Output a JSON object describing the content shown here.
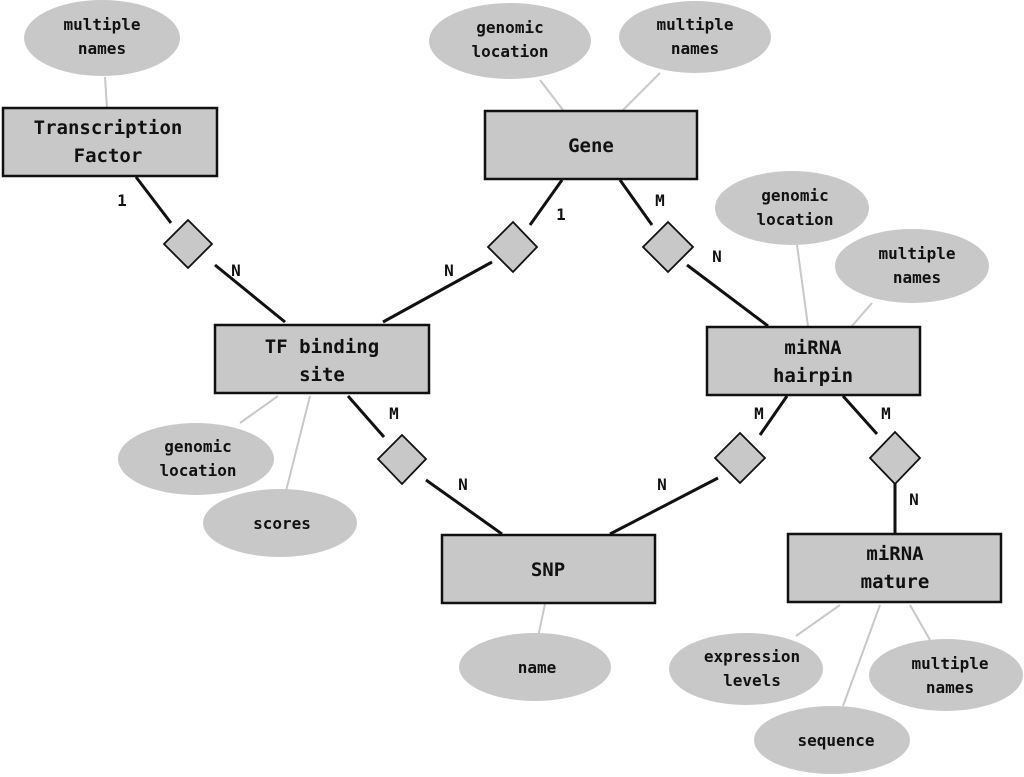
{
  "entities": {
    "transcription_factor": {
      "line1": "Transcription",
      "line2": "Factor"
    },
    "gene": {
      "line1": "Gene"
    },
    "tf_binding_site": {
      "line1": "TF binding",
      "line2": "site"
    },
    "mirna_hairpin": {
      "line1": "miRNA",
      "line2": "hairpin"
    },
    "snp": {
      "line1": "SNP"
    },
    "mirna_mature": {
      "line1": "miRNA",
      "line2": "mature"
    }
  },
  "attributes": {
    "tf_names": {
      "line1": "multiple",
      "line2": "names"
    },
    "gene_location": {
      "line1": "genomic",
      "line2": "location"
    },
    "gene_names": {
      "line1": "multiple",
      "line2": "names"
    },
    "hairpin_location": {
      "line1": "genomic",
      "line2": "location"
    },
    "hairpin_names": {
      "line1": "multiple",
      "line2": "names"
    },
    "tfbs_location": {
      "line1": "genomic",
      "line2": "location"
    },
    "tfbs_scores": {
      "line1": "scores"
    },
    "snp_name": {
      "line1": "name"
    },
    "mature_expression": {
      "line1": "expression",
      "line2": "levels"
    },
    "mature_names": {
      "line1": "multiple",
      "line2": "names"
    },
    "mature_sequence": {
      "line1": "sequence"
    }
  },
  "cardinalities": {
    "tf_1": "1",
    "tf_n": "N",
    "gene_1": "1",
    "gene_tfbs_n": "N",
    "gene_m": "M",
    "gene_hairpin_n": "N",
    "tfbs_m": "M",
    "tfbs_snp_n": "N",
    "hairpin_snp_m": "M",
    "hairpin_snp_n": "N",
    "hairpin_mature_m": "M",
    "hairpin_mature_n": "N"
  }
}
